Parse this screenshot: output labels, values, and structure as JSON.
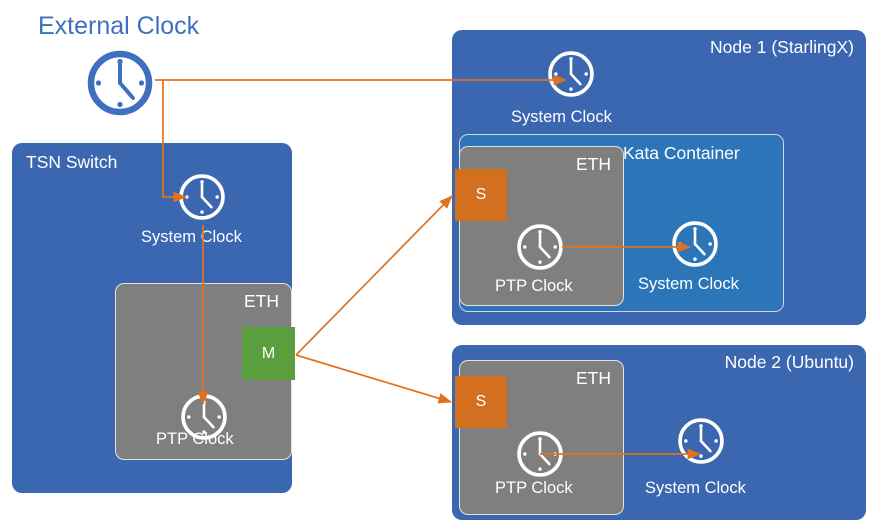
{
  "diagram": {
    "title_external": "External Clock",
    "accent_line": "#E2711D",
    "colors": {
      "node_blue": "#3B66B0",
      "kata_blue": "#2C75B8",
      "eth_gray": "#7F7F7F",
      "master_green": "#5A9E3D",
      "slave_orange": "#D2701F",
      "arrow_orange": "#E2711D",
      "label_blue": "#3F6FBF",
      "white": "#FFFFFF"
    }
  },
  "external_clock": {
    "label": "External Clock",
    "icon": "clock-icon"
  },
  "tsn_switch": {
    "title": "TSN Switch",
    "system_clock_label": "System Clock",
    "system_clock_icon": "clock-icon",
    "eth": {
      "title": "ETH",
      "port_label": "M",
      "port_role": "master",
      "ptp_clock_label": "PTP Clock",
      "ptp_clock_icon": "clock-icon"
    }
  },
  "node1": {
    "title": "Node 1 (StarlingX)",
    "system_clock_label": "System Clock",
    "system_clock_icon": "clock-icon",
    "kata": {
      "title": "Kata Container",
      "system_clock_label": "System Clock",
      "system_clock_icon": "clock-icon"
    },
    "eth": {
      "title": "ETH",
      "port_label": "S",
      "port_role": "slave",
      "ptp_clock_label": "PTP Clock",
      "ptp_clock_icon": "clock-icon"
    }
  },
  "node2": {
    "title": "Node 2 (Ubuntu)",
    "system_clock_label": "System Clock",
    "system_clock_icon": "clock-icon",
    "eth": {
      "title": "ETH",
      "port_label": "S",
      "port_role": "slave",
      "ptp_clock_label": "PTP Clock",
      "ptp_clock_icon": "clock-icon"
    }
  },
  "connections": [
    {
      "name": "external-to-node1-system-clock",
      "from": "External Clock",
      "to": "Node 1 System Clock"
    },
    {
      "name": "external-to-switch-system-clock",
      "from": "External Clock",
      "to": "TSN Switch System Clock"
    },
    {
      "name": "switch-system-to-ptp-clock",
      "from": "TSN Switch System Clock",
      "to": "TSN Switch PTP Clock"
    },
    {
      "name": "master-to-node1-slave",
      "from": "TSN Switch ETH M",
      "to": "Node 1 ETH S"
    },
    {
      "name": "master-to-node2-slave",
      "from": "TSN Switch ETH M",
      "to": "Node 2 ETH S"
    },
    {
      "name": "node1-ptp-to-kata-system-clock",
      "from": "Node 1 PTP Clock",
      "to": "Kata Container System Clock"
    },
    {
      "name": "node2-ptp-to-system-clock",
      "from": "Node 2 PTP Clock",
      "to": "Node 2 System Clock"
    }
  ]
}
